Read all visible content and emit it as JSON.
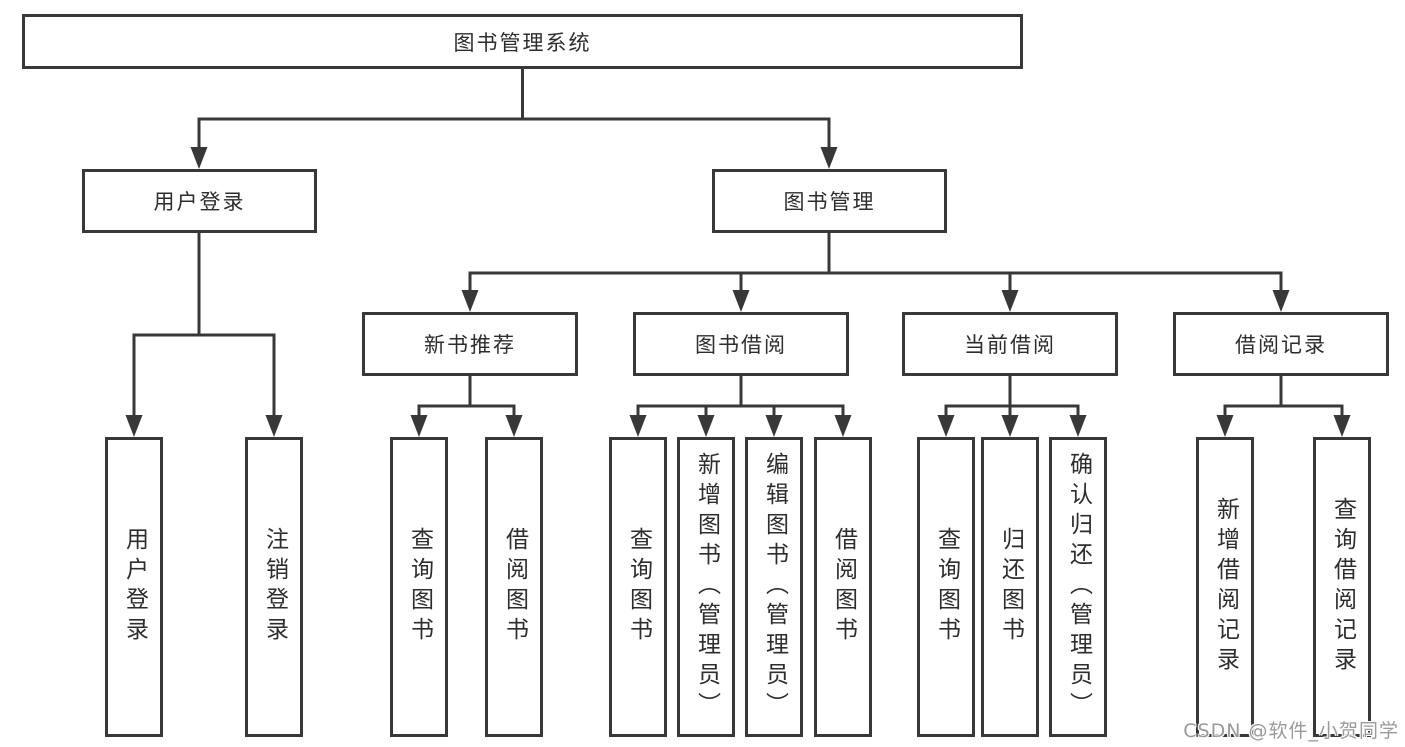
{
  "diagram": {
    "type": "hierarchy",
    "tree": {
      "label": "图书管理系统",
      "children": [
        {
          "label": "用户登录",
          "children": [
            {
              "label": "用户登录"
            },
            {
              "label": "注销登录"
            }
          ]
        },
        {
          "label": "图书管理",
          "children": [
            {
              "label": "新书推荐",
              "children": [
                {
                  "label": "查询图书"
                },
                {
                  "label": "借阅图书"
                }
              ]
            },
            {
              "label": "图书借阅",
              "children": [
                {
                  "label": "查询图书"
                },
                {
                  "label": "新增图书（管理员）"
                },
                {
                  "label": "编辑图书（管理员）"
                },
                {
                  "label": "借阅图书"
                }
              ]
            },
            {
              "label": "当前借阅",
              "children": [
                {
                  "label": "查询图书"
                },
                {
                  "label": "归还图书"
                },
                {
                  "label": "确认归还（管理员）"
                }
              ]
            },
            {
              "label": "借阅记录",
              "children": [
                {
                  "label": "新增借阅记录"
                },
                {
                  "label": "查询借阅记录"
                }
              ]
            }
          ]
        }
      ]
    },
    "colors": {
      "line": "#383838",
      "text": "#2d2d2d",
      "box_background": "#ffffff",
      "watermark": "#9a9a9a"
    }
  },
  "watermark": {
    "text": "CSDN @软件_小贺同学"
  }
}
